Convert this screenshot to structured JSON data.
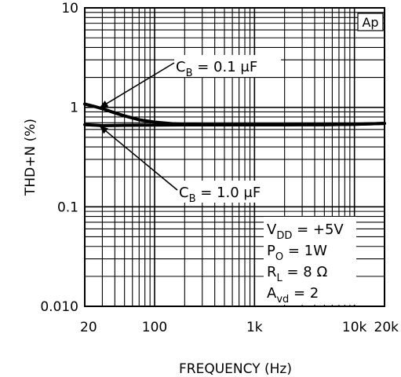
{
  "chart_data": {
    "type": "line",
    "xlabel": "FREQUENCY (Hz)",
    "ylabel": "THD+N (%)",
    "x_scale": "log",
    "y_scale": "log",
    "xlim": [
      20,
      20000
    ],
    "ylim": [
      0.01,
      10
    ],
    "x_ticks": [
      {
        "value": 20,
        "label": "20"
      },
      {
        "value": 100,
        "label": "100"
      },
      {
        "value": 1000,
        "label": "1k"
      },
      {
        "value": 10000,
        "label": "10k"
      },
      {
        "value": 20000,
        "label": "20k"
      }
    ],
    "y_ticks": [
      {
        "value": 10,
        "label": "10"
      },
      {
        "value": 1,
        "label": "1"
      },
      {
        "value": 0.1,
        "label": "0.1"
      },
      {
        "value": 0.01,
        "label": "0.010"
      }
    ],
    "grid": true,
    "badge": "Ap",
    "series": [
      {
        "label_main": "C",
        "label_sub": "B",
        "label_rest": " = 0.1 μF",
        "color": "#000000",
        "points": [
          [
            20,
            1.08
          ],
          [
            25,
            1.02
          ],
          [
            30,
            0.97
          ],
          [
            40,
            0.88
          ],
          [
            50,
            0.82
          ],
          [
            70,
            0.75
          ],
          [
            100,
            0.71
          ],
          [
            150,
            0.685
          ],
          [
            200,
            0.675
          ],
          [
            300,
            0.67
          ],
          [
            500,
            0.668
          ],
          [
            1000,
            0.668
          ],
          [
            2000,
            0.668
          ],
          [
            5000,
            0.67
          ],
          [
            10000,
            0.675
          ],
          [
            20000,
            0.69
          ]
        ]
      },
      {
        "label_main": "C",
        "label_sub": "B",
        "label_rest": " = 1.0 μF",
        "color": "#000000",
        "points": [
          [
            20,
            0.67
          ],
          [
            30,
            0.655
          ],
          [
            50,
            0.66
          ],
          [
            100,
            0.664
          ],
          [
            200,
            0.666
          ],
          [
            500,
            0.667
          ],
          [
            1000,
            0.668
          ],
          [
            2000,
            0.668
          ],
          [
            5000,
            0.67
          ],
          [
            10000,
            0.675
          ],
          [
            20000,
            0.69
          ]
        ]
      }
    ],
    "conditions": [
      {
        "main": "V",
        "sub": "DD",
        "rest": " = +5V"
      },
      {
        "main": "P",
        "sub": "O",
        "rest": " = 1W"
      },
      {
        "main": "R",
        "sub": "L",
        "rest": " = 8 Ω"
      },
      {
        "main": "A",
        "sub": "vd",
        "rest": " = 2"
      }
    ]
  }
}
